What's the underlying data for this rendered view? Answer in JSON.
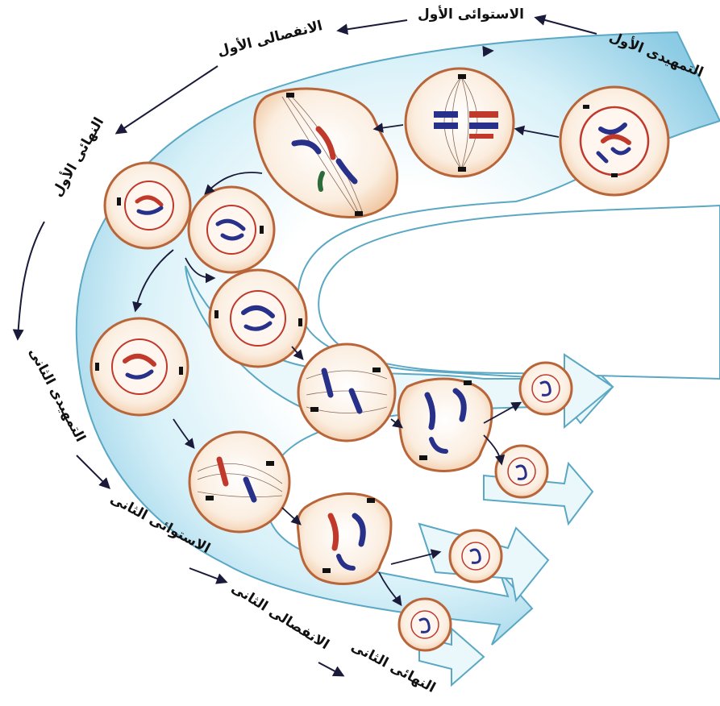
{
  "labels": {
    "prophase_1": "التمهيدى الأول",
    "metaphase_1": "الاستوائى الأول",
    "anaphase_1": "الانفصالى الأول",
    "telophase_1": "النهائى الأول",
    "prophase_2": "التمهيدى الثانى",
    "metaphase_2": "الاستوائى الثانى",
    "anaphase_2": "الانفصالى الثانى",
    "telophase_2": "النهائى الثانى"
  },
  "colors": {
    "band": "#cfeef6",
    "band_dark": "#9fd6ea",
    "band_edge": "#5aa8c4",
    "cell_fill": "#f8e2cc",
    "cell_edge": "#b8653a",
    "nucleus_edge": "#c0392b",
    "chrom_red": "#c0392b",
    "chrom_blue": "#27318a",
    "arrow": "#1a1a3a"
  }
}
